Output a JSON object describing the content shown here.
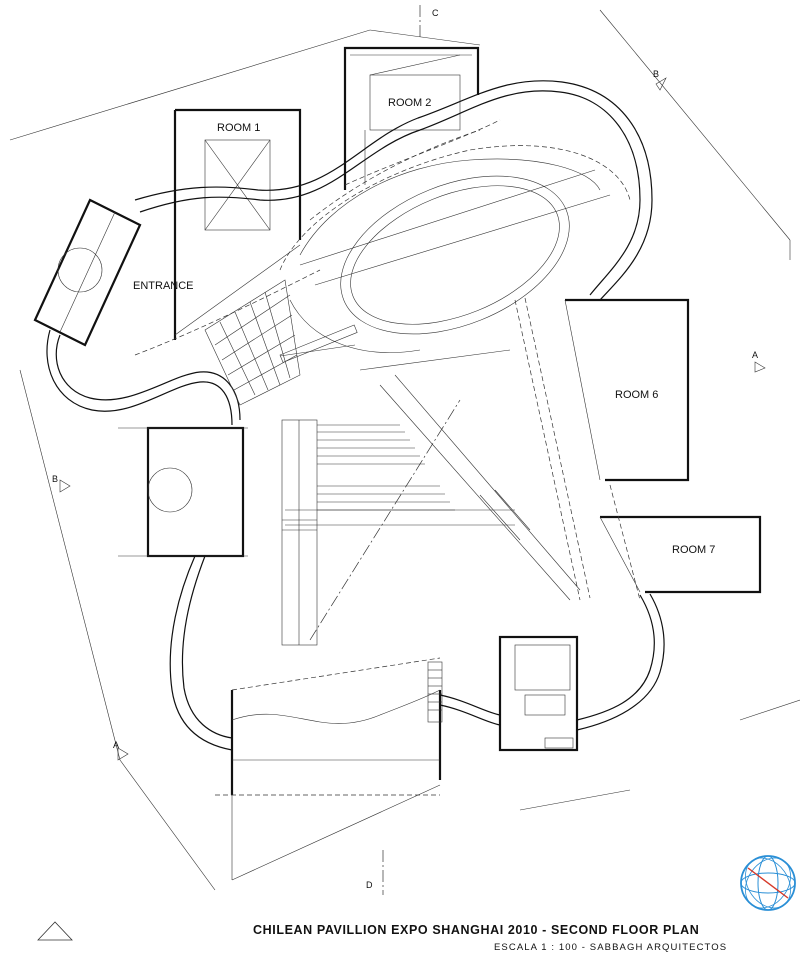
{
  "plan": {
    "rooms": {
      "room1": "ROOM 1",
      "room2": "ROOM 2",
      "room6": "ROOM 6",
      "room7": "ROOM 7",
      "entrance": "ENTRANCE"
    },
    "section_marks": {
      "c": "C",
      "b_top": "B",
      "a_right": "A",
      "b_left": "B",
      "a_left": "A",
      "d": "D"
    }
  },
  "title_block": {
    "title": "CHILEAN PAVILLION EXPO SHANGHAI 2010 - SECOND FLOOR PLAN",
    "subtitle": "ESCALA 1 : 100 - SABBAGH ARQUITECTOS"
  },
  "colors": {
    "logo_primary": "#2a8fd6",
    "logo_accent": "#d63a2a"
  },
  "icons": {
    "logo": "globe-logo-icon",
    "north_arrow": "north-triangle-icon"
  }
}
